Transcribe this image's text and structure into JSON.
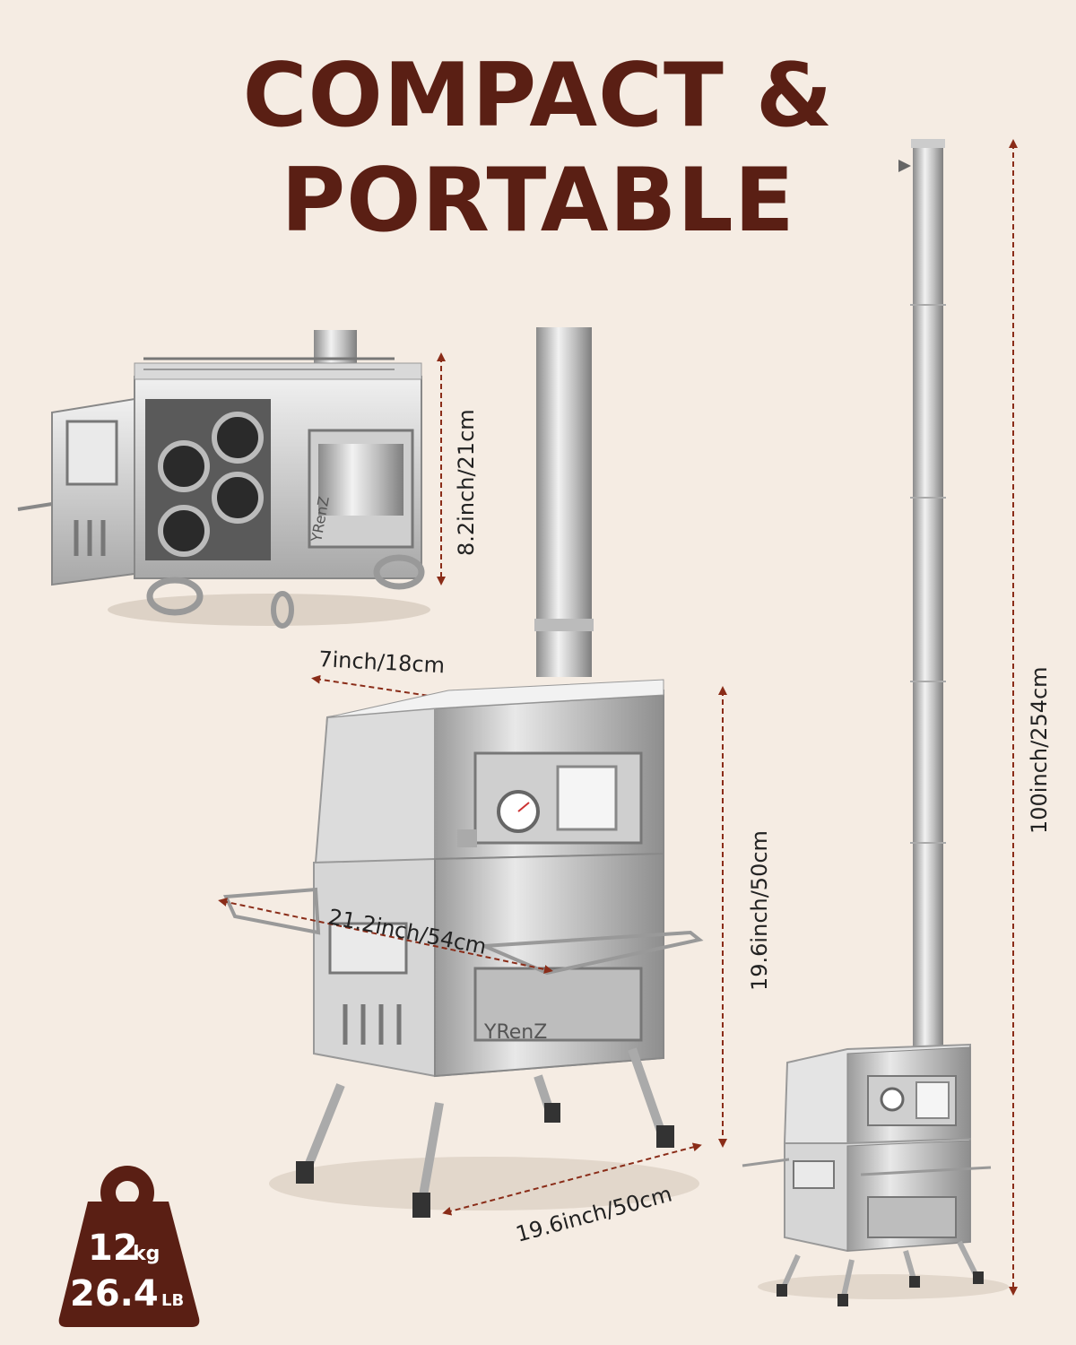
{
  "headline": {
    "line1": "COMPACT &",
    "line2": "PORTABLE"
  },
  "dimensions": {
    "box_height": "8.2inch/21cm",
    "box_width": "7inch/18cm",
    "stove_height": "19.6inch/50cm",
    "shelf_width": "21.2inch/54cm",
    "stove_depth": "19.6inch/50cm",
    "total_height": "100inch/254cm"
  },
  "brand": {
    "logo_text": "YRenZ"
  },
  "weight": {
    "kg_value": "12",
    "kg_unit": "kg",
    "lb_value": "26.4",
    "lb_unit": "LB"
  },
  "colors": {
    "brand": "#5a1f14",
    "background": "#f5ece3",
    "dimension_line": "#8a2c18"
  }
}
